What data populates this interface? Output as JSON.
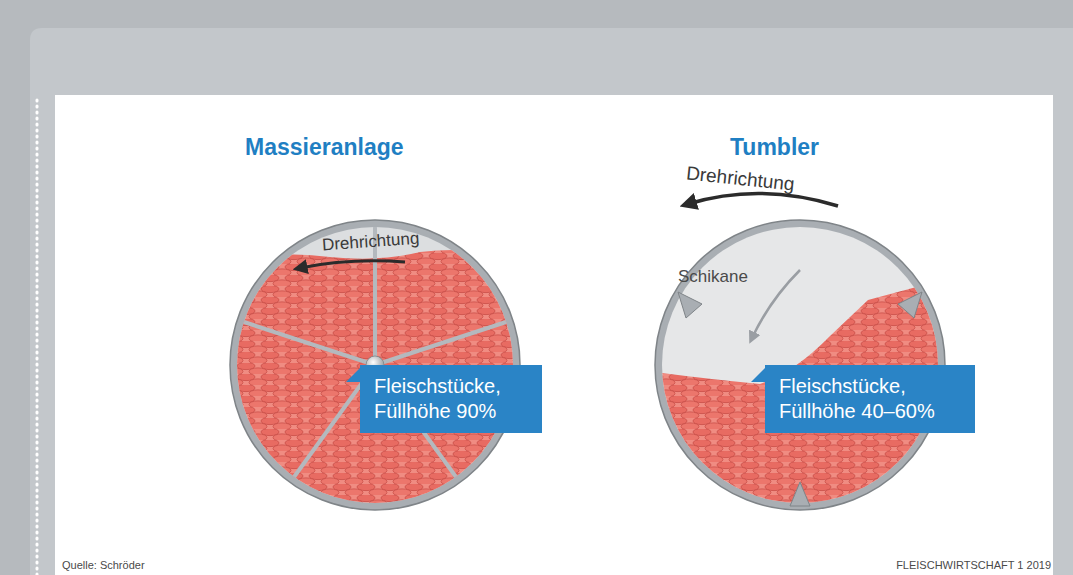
{
  "diagram": {
    "nodes": [
      {
        "text": [
          "Massieranlage"
        ]
      },
      {
        "text": [
          "Fleischstücke, Füllhöhe 90%"
        ],
        "in": 0
      },
      {
        "text": [
          "Tumbler"
        ]
      },
      {
        "text": [
          "Fleischstücke, Füllhöhe 40–60%"
        ],
        "in": 2
      }
    ],
    "labels": [
      "Drehrichtung",
      "Drehrichtung",
      "Schikane",
      "Quelle: Schröder",
      "FLEISCHWIRTSCHAFT 1 2019"
    ]
  }
}
